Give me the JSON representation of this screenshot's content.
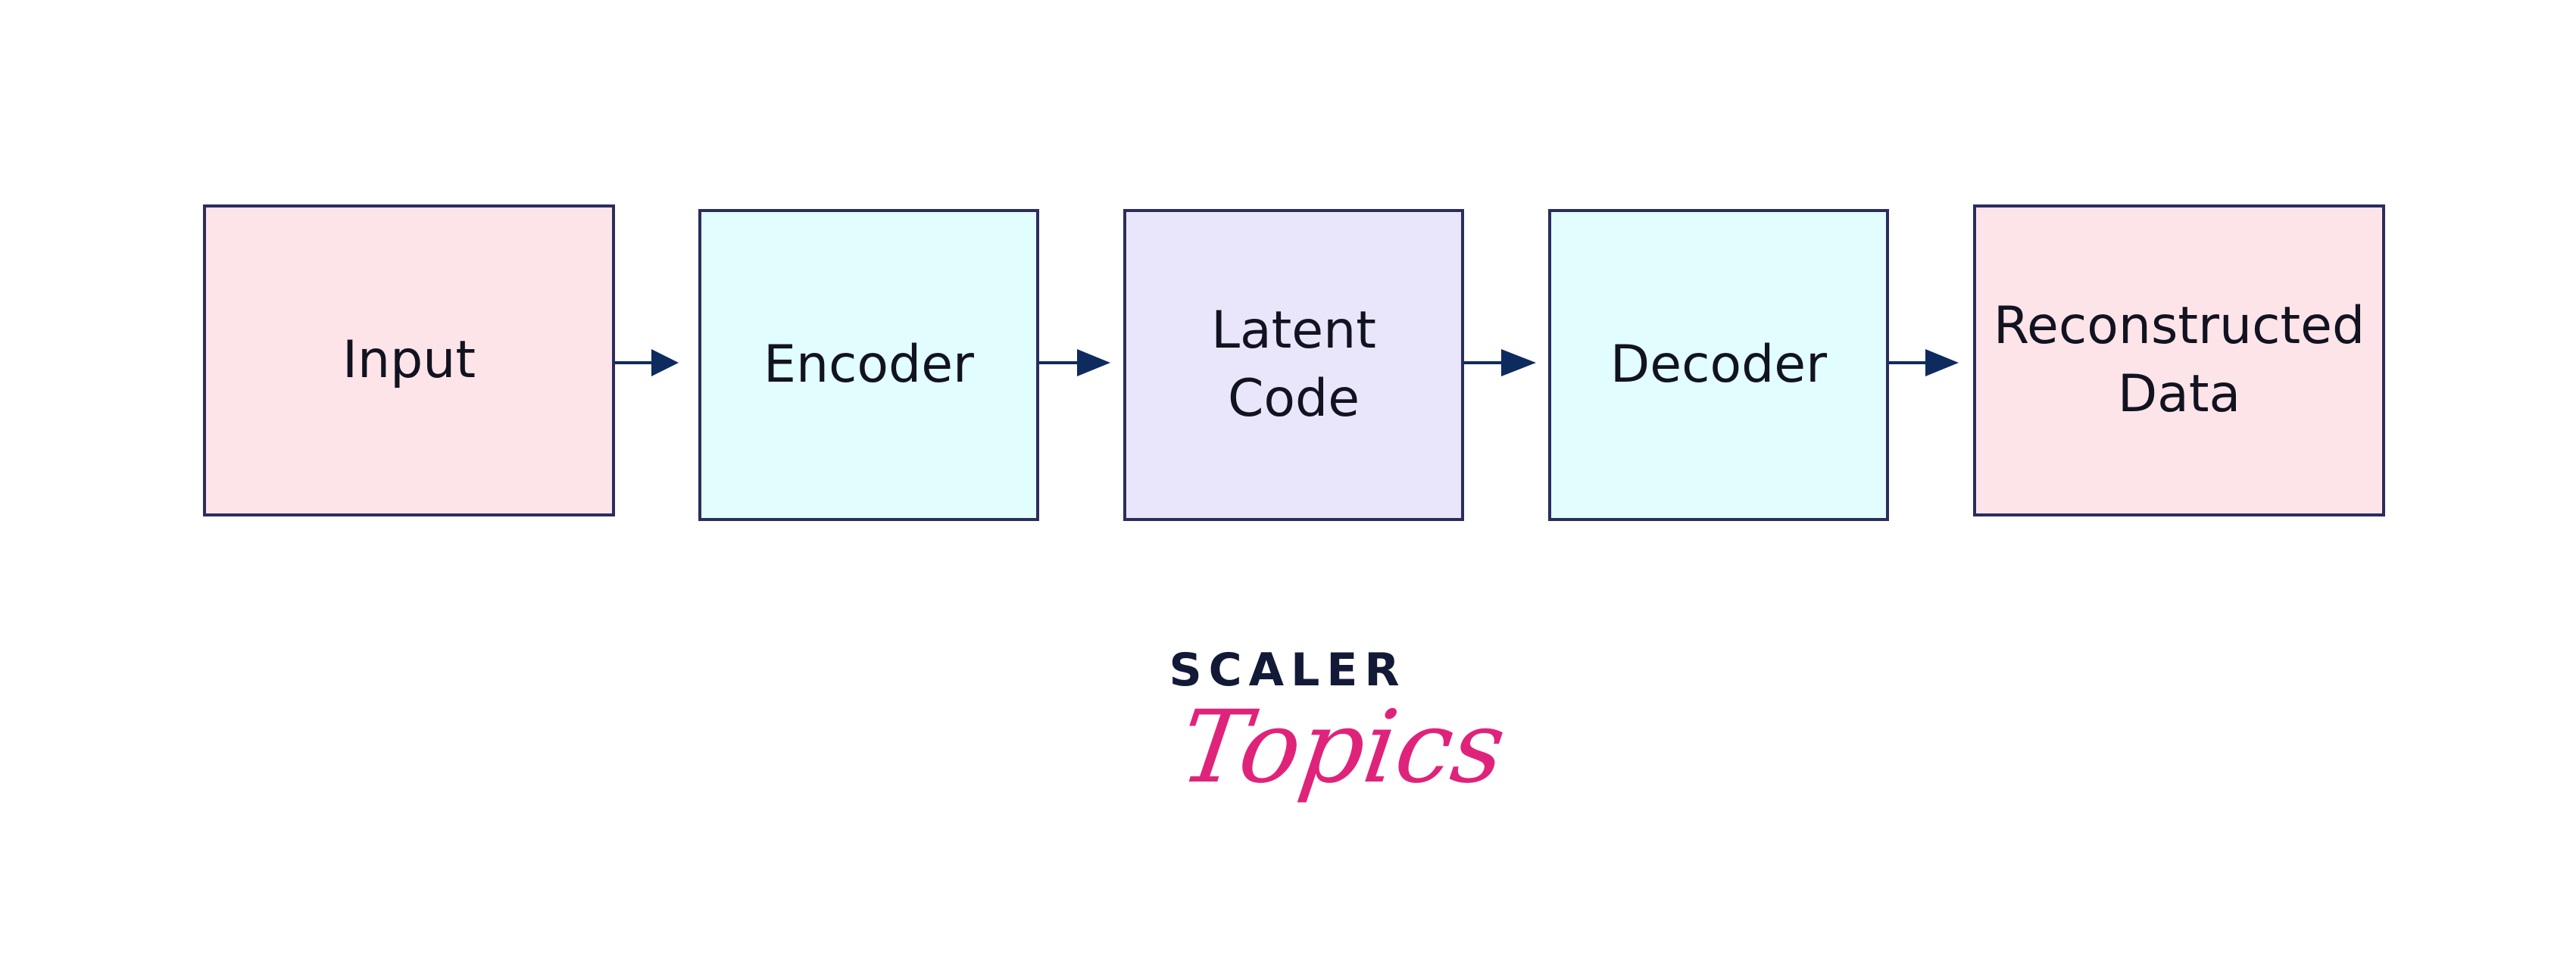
{
  "diagram": {
    "nodes": [
      {
        "id": "input",
        "label": "Input",
        "fill": "#fde4e9"
      },
      {
        "id": "encoder",
        "label": "Encoder",
        "fill": "#e1fdfd"
      },
      {
        "id": "latent",
        "label": "Latent\nCode",
        "fill": "#e9e6fc"
      },
      {
        "id": "decoder",
        "label": "Decoder",
        "fill": "#e1fdfd"
      },
      {
        "id": "recon",
        "label": "Reconstructed\nData",
        "fill": "#fde4e9"
      }
    ],
    "edges": [
      {
        "from": "input",
        "to": "encoder"
      },
      {
        "from": "encoder",
        "to": "latent"
      },
      {
        "from": "latent",
        "to": "decoder"
      },
      {
        "from": "decoder",
        "to": "recon"
      }
    ],
    "border_color": "#2b2d5c",
    "arrow_color": "#0d2b5e"
  },
  "logo": {
    "line1": "SCALER",
    "line2": "Topics",
    "line1_color": "#121a38",
    "line2_color": "#e0237a"
  }
}
